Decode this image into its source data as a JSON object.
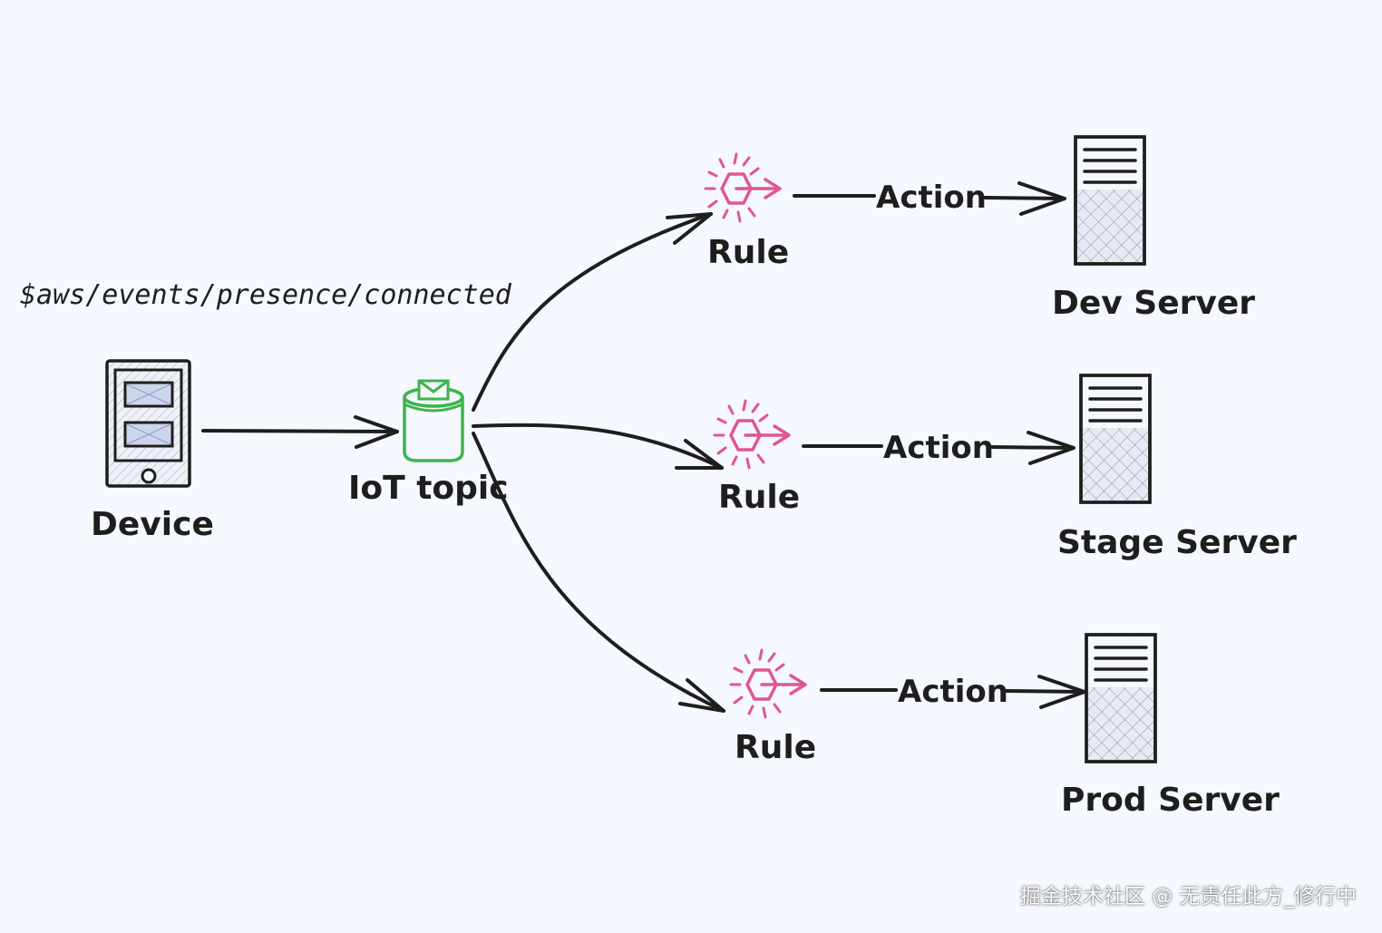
{
  "diagram": {
    "topic_path": "$aws/events/presence/connected",
    "device_label": "Device",
    "iot_topic_label": "IoT topic",
    "rules": [
      {
        "label": "Rule",
        "action_label": "Action",
        "server_label": "Dev Server"
      },
      {
        "label": "Rule",
        "action_label": "Action",
        "server_label": "Stage Server"
      },
      {
        "label": "Rule",
        "action_label": "Action",
        "server_label": "Prod Server"
      }
    ]
  },
  "watermark": "掘金技术社区 @ 无责任此方_修行中",
  "colors": {
    "background": "#f5f8fe",
    "ink": "#1e1e1e",
    "rule_icon": "#e0568f",
    "topic_icon": "#3cb44b",
    "server_fill": "#dde3ee"
  }
}
